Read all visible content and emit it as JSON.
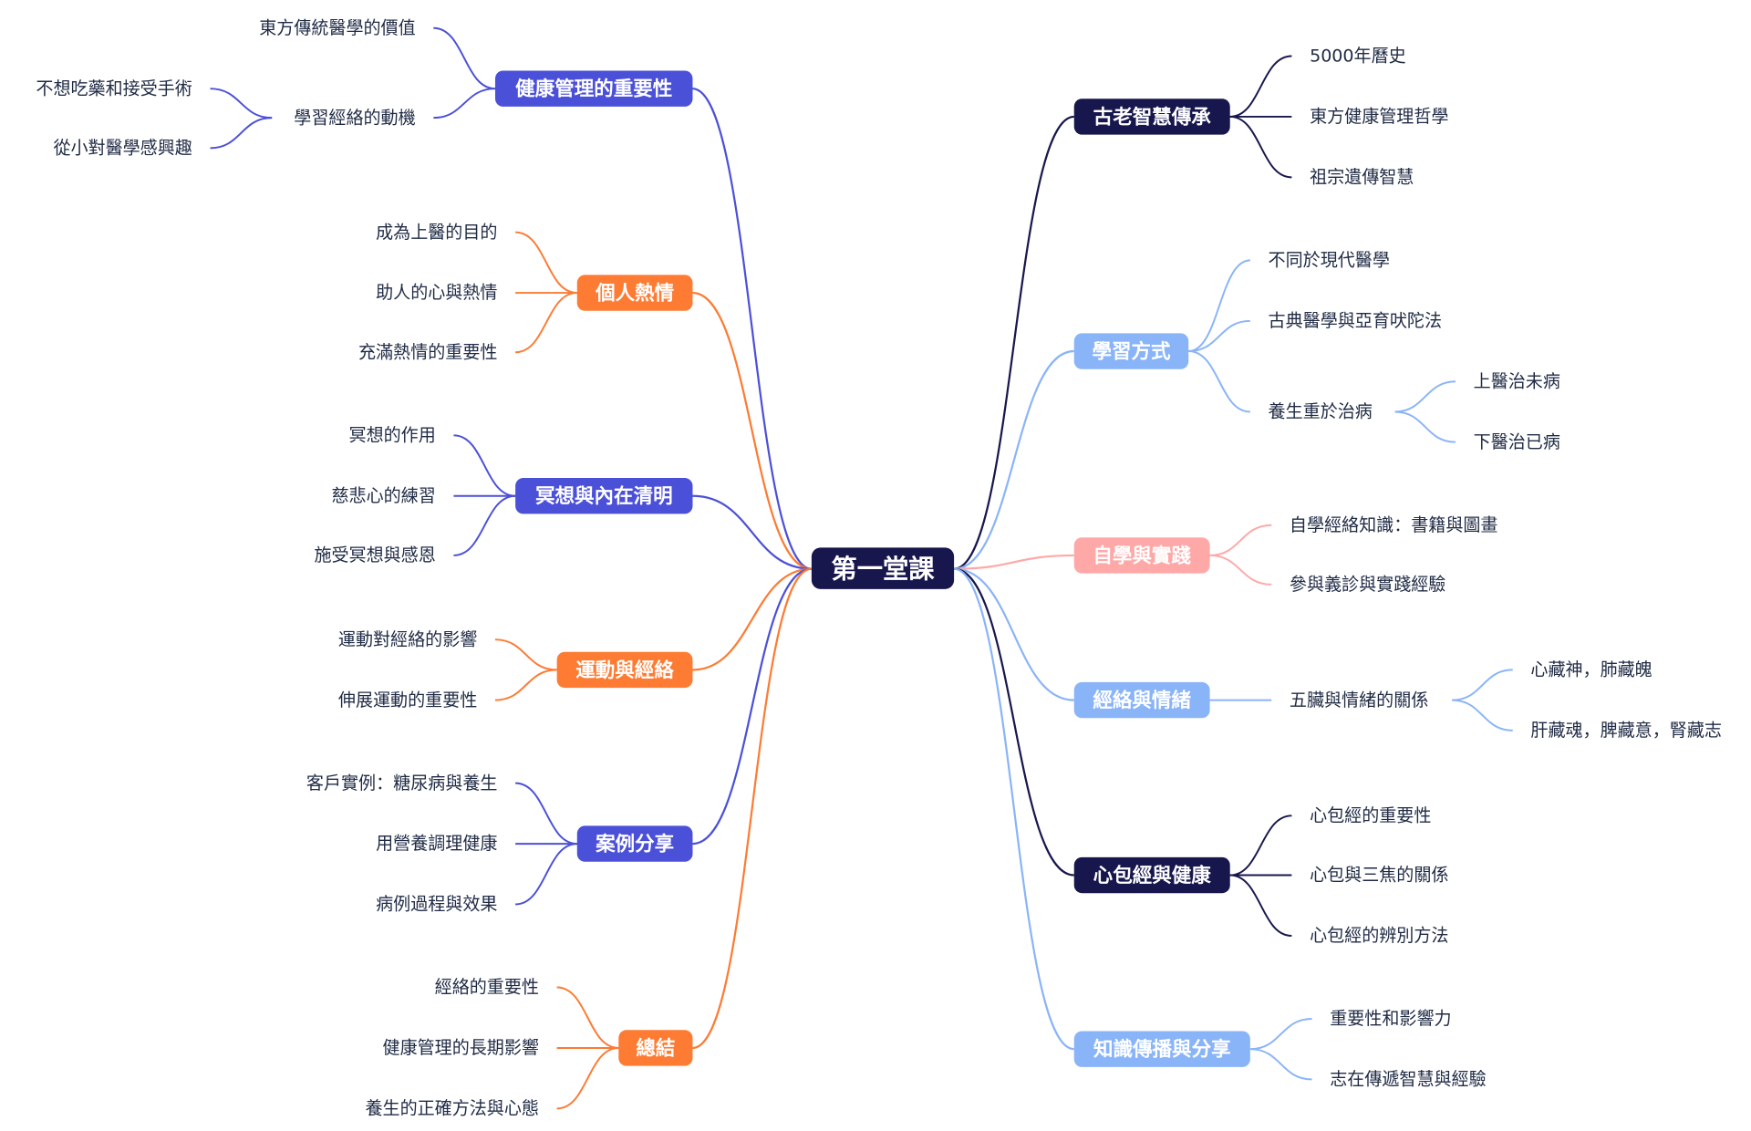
{
  "center": {
    "label": "第一堂課",
    "color": "#17174d"
  },
  "colors": {
    "purple": "#4b50d8",
    "orange": "#fd7b33",
    "navy": "#17174d",
    "light_blue": "#8ab4f8",
    "pink": "#ffa8a8",
    "leaf_text": "#1f2a44"
  },
  "left": [
    {
      "label": "健康管理的重要性",
      "color": "#4b50d8",
      "children": [
        {
          "label": "東方傳統醫學的價值"
        },
        {
          "label": "學習經絡的動機",
          "children": [
            {
              "label": "不想吃藥和接受手術"
            },
            {
              "label": "從小對醫學感興趣"
            }
          ]
        }
      ]
    },
    {
      "label": "個人熱情",
      "color": "#fd7b33",
      "children": [
        {
          "label": "成為上醫的目的"
        },
        {
          "label": "助人的心與熱情"
        },
        {
          "label": "充滿熱情的重要性"
        }
      ]
    },
    {
      "label": "冥想與內在清明",
      "color": "#4b50d8",
      "children": [
        {
          "label": "冥想的作用"
        },
        {
          "label": "慈悲心的練習"
        },
        {
          "label": "施受冥想與感恩"
        }
      ]
    },
    {
      "label": "運動與經絡",
      "color": "#fd7b33",
      "children": [
        {
          "label": "運動對經絡的影響"
        },
        {
          "label": "伸展運動的重要性"
        }
      ]
    },
    {
      "label": "案例分享",
      "color": "#4b50d8",
      "children": [
        {
          "label": "客戶實例：糖尿病與養生"
        },
        {
          "label": "用營養調理健康"
        },
        {
          "label": "病例過程與效果"
        }
      ]
    },
    {
      "label": "總結",
      "color": "#fd7b33",
      "children": [
        {
          "label": "經絡的重要性"
        },
        {
          "label": "健康管理的長期影響"
        },
        {
          "label": "養生的正確方法與心態"
        }
      ]
    }
  ],
  "right": [
    {
      "label": "古老智慧傳承",
      "color": "#17174d",
      "children": [
        {
          "label": "5000年曆史"
        },
        {
          "label": "東方健康管理哲學"
        },
        {
          "label": "祖宗遺傳智慧"
        }
      ]
    },
    {
      "label": "學習方式",
      "color": "#8ab4f8",
      "children": [
        {
          "label": "不同於現代醫學"
        },
        {
          "label": "古典醫學與亞育吠陀法"
        },
        {
          "label": "養生重於治病",
          "children": [
            {
              "label": "上醫治未病"
            },
            {
              "label": "下醫治已病"
            }
          ]
        }
      ]
    },
    {
      "label": "自學與實踐",
      "color": "#ffa8a8",
      "children": [
        {
          "label": "自學經絡知識：書籍與圖畫"
        },
        {
          "label": "參與義診與實踐經驗"
        }
      ]
    },
    {
      "label": "經絡與情緒",
      "color": "#8ab4f8",
      "children": [
        {
          "label": "五臟與情緒的關係",
          "children": [
            {
              "label": "心藏神，肺藏魄"
            },
            {
              "label": "肝藏魂，脾藏意，腎藏志"
            }
          ]
        }
      ]
    },
    {
      "label": "心包經與健康",
      "color": "#17174d",
      "children": [
        {
          "label": "心包經的重要性"
        },
        {
          "label": "心包與三焦的關係"
        },
        {
          "label": "心包經的辨別方法"
        }
      ]
    },
    {
      "label": "知識傳播與分享",
      "color": "#8ab4f8",
      "children": [
        {
          "label": "重要性和影響力"
        },
        {
          "label": "志在傳遞智慧與經驗"
        }
      ]
    }
  ]
}
